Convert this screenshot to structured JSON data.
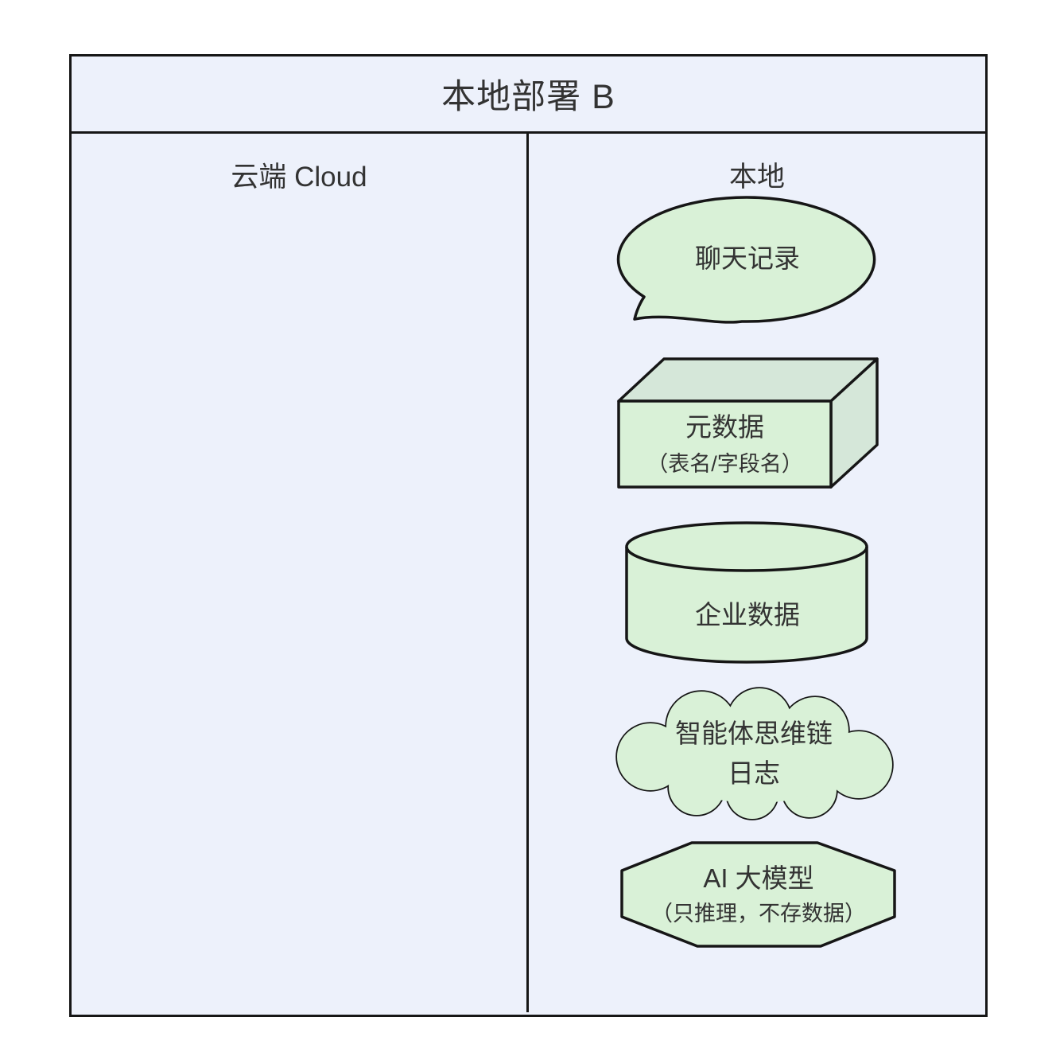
{
  "colors": {
    "panel_bg": "#edf1fb",
    "shape_fill": "#d9f1d7",
    "shape_fill_shade": "#d5e7d9",
    "stroke": "#161616",
    "text": "#333333"
  },
  "diagram": {
    "title": "本地部署 B",
    "columns": [
      {
        "id": "cloud",
        "label": "云端 Cloud",
        "items": []
      },
      {
        "id": "local",
        "label": "本地",
        "items": [
          {
            "shape": "speech-bubble",
            "label": "聊天记录"
          },
          {
            "shape": "box-3d",
            "label": "元数据",
            "sublabel": "（表名/字段名）"
          },
          {
            "shape": "cylinder",
            "label": "企业数据"
          },
          {
            "shape": "cloud",
            "label": "智能体思维链",
            "sublabel": "日志"
          },
          {
            "shape": "octagon",
            "label": "AI 大模型",
            "sublabel": "（只推理，不存数据）"
          }
        ]
      }
    ]
  }
}
